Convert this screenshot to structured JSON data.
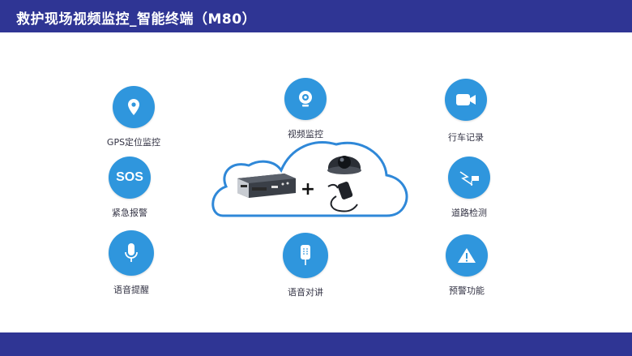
{
  "header": {
    "title": "救护现场视频监控_智能终端（M80）"
  },
  "features": {
    "gps": {
      "label": "GPS定位监控",
      "icon": "location-pin-icon"
    },
    "video": {
      "label": "视频监控",
      "icon": "webcam-icon"
    },
    "drive_record": {
      "label": "行车记录",
      "icon": "video-camera-icon"
    },
    "sos": {
      "label": "紧急报警",
      "icon_text": "SOS"
    },
    "road": {
      "label": "道路检测",
      "icon": "road-sign-icon"
    },
    "voice_remind": {
      "label": "语音提醒",
      "icon": "microphone-icon"
    },
    "intercom": {
      "label": "语音对讲",
      "icon": "intercom-icon"
    },
    "warning": {
      "label": "预警功能",
      "icon": "warning-icon"
    }
  },
  "center": {
    "plus": "+"
  },
  "colors": {
    "header": "#2f3594",
    "accent": "#2f96dd",
    "cloud_stroke": "#2f88d8"
  }
}
